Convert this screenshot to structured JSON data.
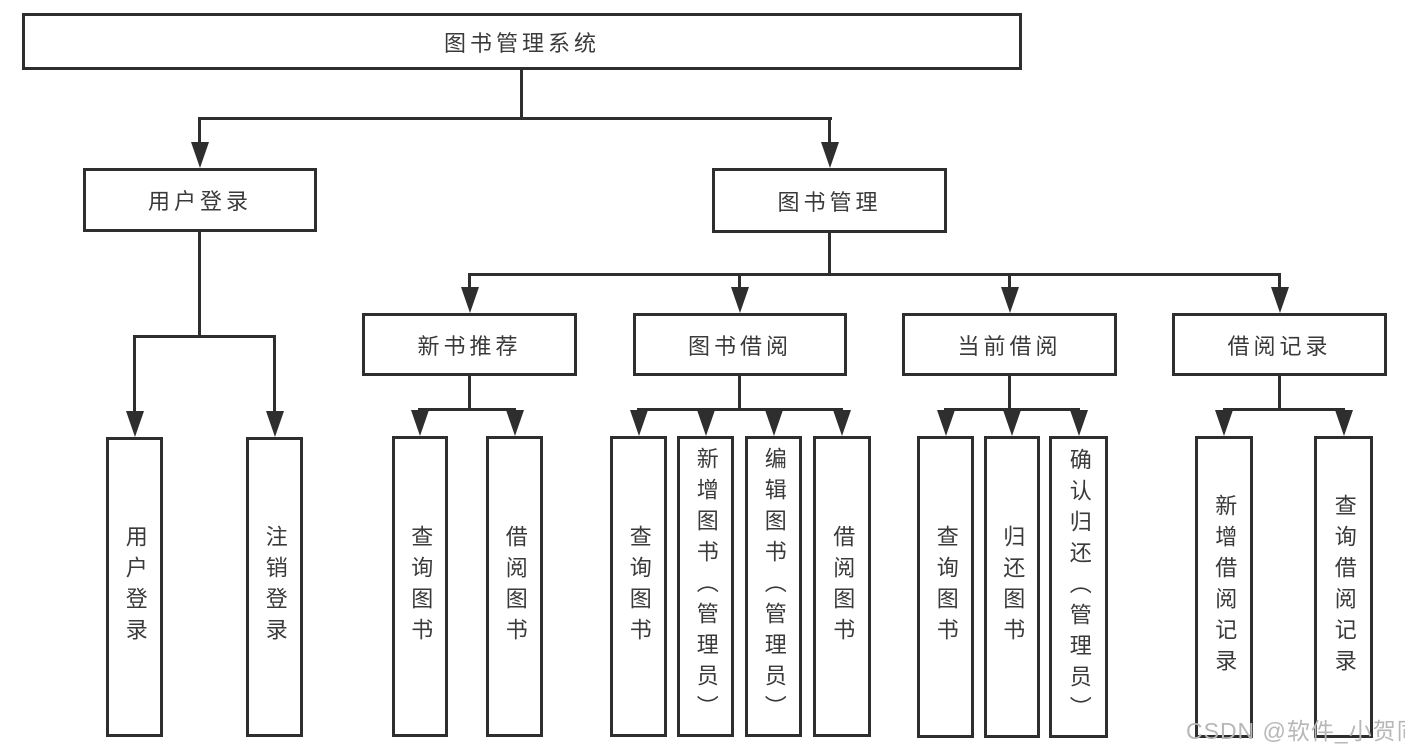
{
  "tree": {
    "root": "图书管理系统",
    "children": [
      {
        "label": "用户登录",
        "children": [
          "用户登录",
          "注销登录"
        ]
      },
      {
        "label": "图书管理",
        "children": [
          {
            "label": "新书推荐",
            "children": [
              "查询图书",
              "借阅图书"
            ]
          },
          {
            "label": "图书借阅",
            "children": [
              "查询图书",
              "新增图书（管理员）",
              "编辑图书（管理员）",
              "借阅图书"
            ]
          },
          {
            "label": "当前借阅",
            "children": [
              "查询图书",
              "归还图书",
              "确认归还（管理员）"
            ]
          },
          {
            "label": "借阅记录",
            "children": [
              "新增借阅记录",
              "查询借阅记录"
            ]
          }
        ]
      }
    ]
  },
  "watermark": {
    "text": "CSDN @软件_小贺同学",
    "color": "#b7b7b7"
  },
  "colors": {
    "line": "#2e2e2e",
    "text": "#3a3a3a",
    "background": "#ffffff"
  }
}
